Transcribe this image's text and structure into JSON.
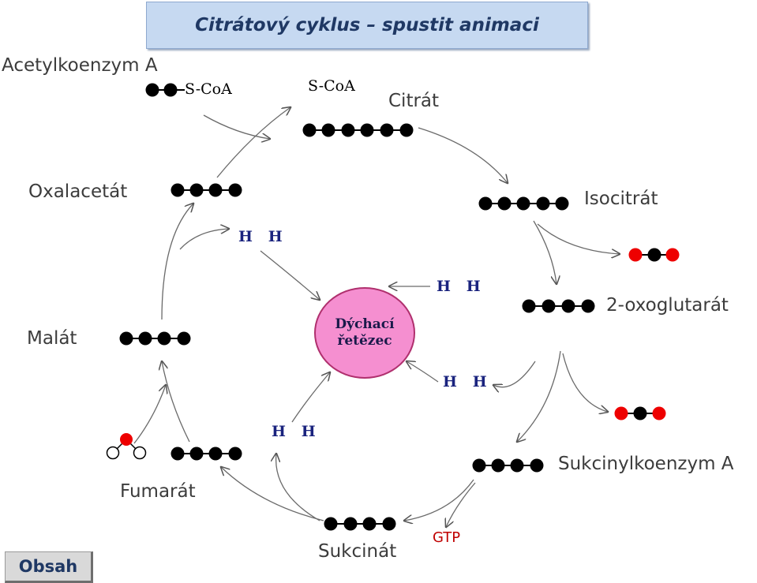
{
  "header": {
    "title_button": "Citrátový cyklus – spustit animaci"
  },
  "nav": {
    "contents_button": "Obsah"
  },
  "labels": {
    "acetyl_coa": "Acetylkoenzym A",
    "citrate": "Citrát",
    "oxaloacetate": "Oxalacetát",
    "isocitrate": "Isocitrát",
    "malate": "Malát",
    "oxoglutarate": "2-oxoglutarát",
    "fumarate": "Fumarát",
    "succinyl_coa": "Sukcinylkoenzym A",
    "succinate": "Sukcinát"
  },
  "coa": {
    "acetyl_coa_group": "S-CoA",
    "released_coa": "S-CoA"
  },
  "hydrogens": {
    "h_pair_1": "H   H",
    "h_pair_2": "H   H",
    "h_pair_3": "H   H",
    "h_pair_4": "H   H"
  },
  "respiratory_chain": {
    "line1": "Dýchací",
    "line2": "řetězec",
    "fill": "#f58fd0"
  },
  "gtp": "GTP",
  "colors": {
    "title_bg": "#c6d9f1",
    "title_text": "#1f3864",
    "carbon": "#000000",
    "co2_oxygen": "#ee0000",
    "h_text": "#1a237e",
    "gtp_text": "#c00000"
  }
}
